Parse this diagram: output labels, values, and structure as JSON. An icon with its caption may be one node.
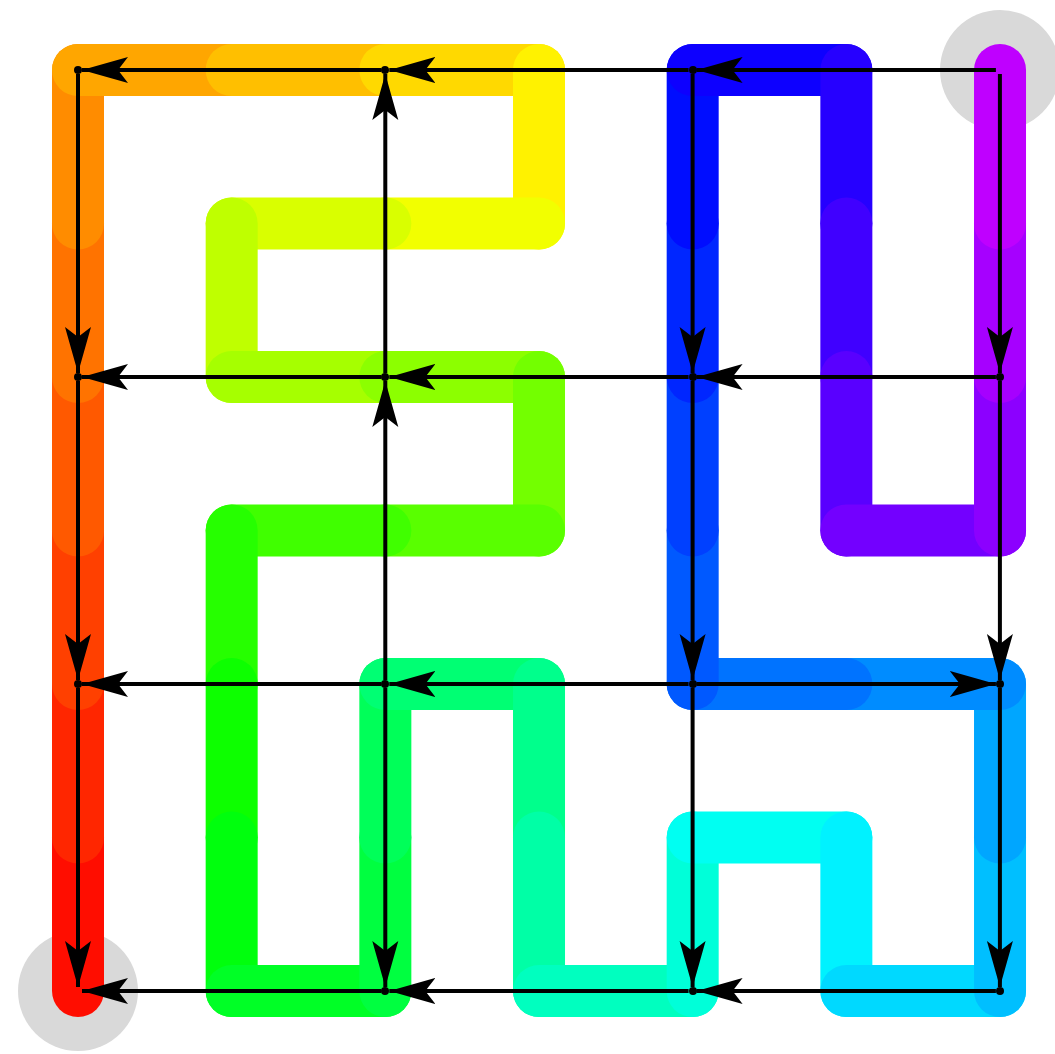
{
  "diagram": {
    "nodes": [
      {
        "text": [],
        "shape": "point"
      },
      {
        "text": [],
        "shape": "point"
      },
      {
        "text": [],
        "shape": "point"
      },
      {
        "text": [],
        "shape": "circle"
      },
      {
        "text": [],
        "shape": "point"
      },
      {
        "text": [],
        "shape": "point"
      },
      {
        "text": [],
        "shape": "point"
      },
      {
        "text": [],
        "shape": "point"
      },
      {
        "text": [],
        "shape": "point"
      },
      {
        "text": [],
        "shape": "point"
      },
      {
        "text": [],
        "shape": "point"
      },
      {
        "text": [],
        "shape": "point"
      },
      {
        "text": [],
        "shape": "circle"
      },
      {
        "text": [],
        "shape": "point"
      },
      {
        "text": [],
        "shape": "point"
      },
      {
        "text": [],
        "shape": "point"
      }
    ],
    "edges": [
      {
        "from": 3,
        "to": 2,
        "arrow": "to"
      },
      {
        "from": 2,
        "to": 1,
        "arrow": "to"
      },
      {
        "from": 1,
        "to": 0,
        "arrow": "to"
      },
      {
        "from": 0,
        "to": 4,
        "arrow": "to"
      },
      {
        "from": 5,
        "to": 1,
        "arrow": "to"
      },
      {
        "from": 2,
        "to": 6,
        "arrow": "to"
      },
      {
        "from": 3,
        "to": 7,
        "arrow": "to"
      },
      {
        "from": 5,
        "to": 4,
        "arrow": "to"
      },
      {
        "from": 6,
        "to": 5,
        "arrow": "to"
      },
      {
        "from": 7,
        "to": 6,
        "arrow": "to"
      },
      {
        "from": 4,
        "to": 8,
        "arrow": "to"
      },
      {
        "from": 9,
        "to": 5,
        "arrow": "to"
      },
      {
        "from": 6,
        "to": 10,
        "arrow": "to"
      },
      {
        "from": 7,
        "to": 11,
        "arrow": "to"
      },
      {
        "from": 9,
        "to": 8,
        "arrow": "to"
      },
      {
        "from": 10,
        "to": 9,
        "arrow": "to"
      },
      {
        "from": 10,
        "to": 11,
        "arrow": "to"
      },
      {
        "from": 8,
        "to": 12,
        "arrow": "to"
      },
      {
        "from": 9,
        "to": 13,
        "arrow": "to"
      },
      {
        "from": 10,
        "to": 14,
        "arrow": "to"
      },
      {
        "from": 11,
        "to": 15,
        "arrow": "to"
      },
      {
        "from": 13,
        "to": 12,
        "arrow": "to"
      },
      {
        "from": 14,
        "to": 13,
        "arrow": "to"
      },
      {
        "from": 15,
        "to": 14,
        "arrow": "to"
      }
    ]
  }
}
